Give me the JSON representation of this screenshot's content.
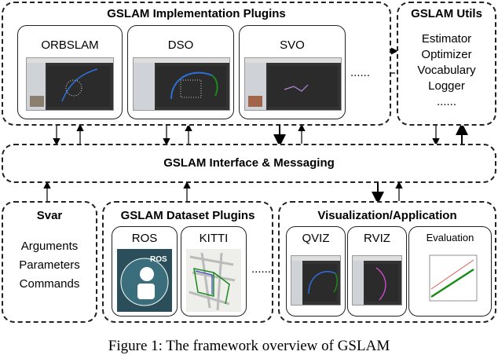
{
  "colors": {
    "accent": "#1a8a1a",
    "trajectory": "#2f6fd8",
    "map": "#d9d9d9"
  },
  "plugins": {
    "title": "GSLAM Implementation Plugins",
    "items": [
      {
        "label": "ORBSLAM"
      },
      {
        "label": "DSO"
      },
      {
        "label": "SVO"
      }
    ],
    "more": "......"
  },
  "utils": {
    "title": "GSLAM Utils",
    "items": [
      "Estimator",
      "Optimizer",
      "Vocabulary",
      "Logger"
    ],
    "more": "......"
  },
  "interface": {
    "title": "GSLAM Interface & Messaging"
  },
  "svar": {
    "title": "Svar",
    "items": [
      "Arguments",
      "Parameters",
      "Commands"
    ]
  },
  "dataset": {
    "title": "GSLAM Dataset Plugins",
    "items": [
      {
        "label": "ROS"
      },
      {
        "label": "KITTI"
      }
    ],
    "more": "......",
    "ros_logo": "ROS"
  },
  "viz": {
    "title": "Visualization/Application",
    "items": [
      {
        "label": "QVIZ"
      },
      {
        "label": "RVIZ"
      },
      {
        "label": "Evaluation"
      }
    ],
    "more": "......"
  },
  "caption": "Figure 1: The framework overview of GSLAM"
}
